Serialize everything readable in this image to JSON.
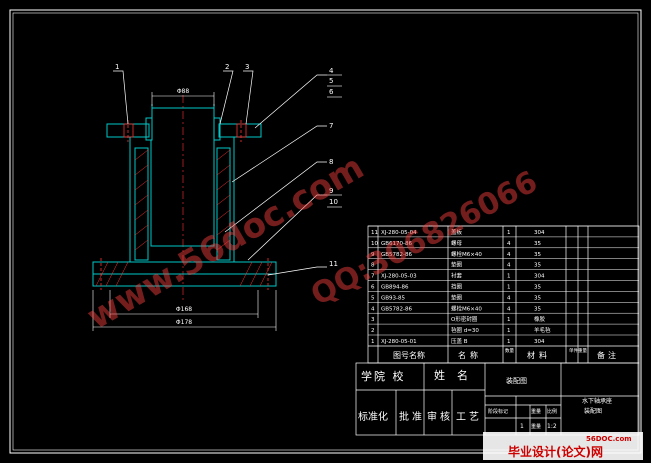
{
  "colors": {
    "background": "#000000",
    "frame": "#ffffff",
    "part_outline": "#00c8c8",
    "hatch": "#ff3030",
    "centerline": "#ff3030",
    "dimension": "#ffffff",
    "leader": "#ffffff",
    "table_line": "#ffffff",
    "table_text": "#ffffff",
    "watermark": "#ff4040",
    "footer_red": "#cc0000"
  },
  "drawing": {
    "balloons": [
      "1",
      "2",
      "3",
      "4",
      "5",
      "6",
      "7",
      "8",
      "9",
      "10",
      "11"
    ],
    "dims": {
      "top": "Φ88",
      "bottom1": "Φ168",
      "bottom2": "Φ178"
    }
  },
  "watermarks": {
    "site": "www.56doc.com",
    "qq": "QQ:306826066"
  },
  "bom": {
    "rows": [
      {
        "code": "XJ-280-05-04",
        "name": "盖板",
        "qty": "1",
        "material": "304"
      },
      {
        "code": "GB6170-86",
        "name": "螺母",
        "qty": "4",
        "material": "35"
      },
      {
        "code": "GB5782-86",
        "name": "螺栓M6×40",
        "qty": "4",
        "material": "35"
      },
      {
        "code": "",
        "name": "垫圈",
        "qty": "4",
        "material": "35"
      },
      {
        "code": "XJ-280-05-03",
        "name": "衬套",
        "qty": "1",
        "material": "304"
      },
      {
        "code": "GB894-86",
        "name": "挡圈",
        "qty": "1",
        "material": "35"
      },
      {
        "code": "GB93-85",
        "name": "垫圈",
        "qty": "4",
        "material": "35"
      },
      {
        "code": "GB5782-86",
        "name": "螺栓M6×40",
        "qty": "4",
        "material": "35"
      },
      {
        "code": "",
        "name": "O形密封圈",
        "qty": "1",
        "material": "橡胶"
      },
      {
        "code": "",
        "name": "毡圈 d=30",
        "qty": "1",
        "material": "羊毛毡"
      },
      {
        "code": "XJ-280-05-01",
        "name": "压盖 B",
        "qty": "1",
        "material": "304"
      }
    ],
    "header": {
      "code": "图号名称",
      "name": "名称",
      "qty": "数量",
      "material": "材料",
      "weight": "单件重量",
      "note": "备注"
    }
  },
  "title_block": {
    "school": "学校",
    "school_label": "学院 校",
    "name_label": "姓名",
    "drawing_type": "装配图",
    "title_line1": "水下轴承座",
    "title_line2": "装配图",
    "row2": [
      "标准化",
      "批准",
      "审核",
      "工艺"
    ],
    "small_headers": [
      "阶段标记",
      "重量",
      "比例"
    ],
    "scale": "1:2",
    "sheet": "1",
    "weight_label": "重量"
  },
  "footer": {
    "logo": "56DOC.com",
    "text": "毕业设计(论文)网"
  }
}
